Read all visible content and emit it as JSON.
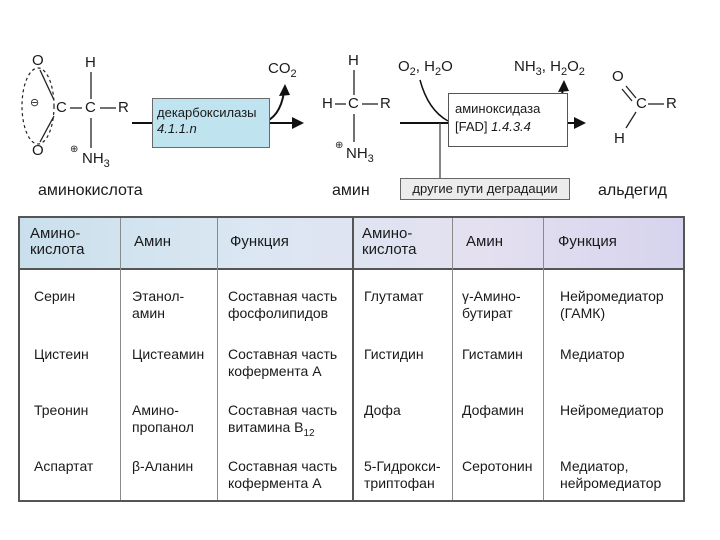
{
  "scheme": {
    "amino_acid": {
      "o_top": "O",
      "charge": "⊖",
      "o_bottom": "O",
      "c_label": "C",
      "h": "H",
      "c_alpha": "C",
      "r": "R",
      "nh3_charge": "⊕",
      "nh3": "NH",
      "nh3_sub": "3",
      "caption": "аминокислота"
    },
    "decarboxylase": {
      "name": "декарбоксилазы",
      "ec": "4.1.1.n"
    },
    "co2": {
      "text": "CO",
      "sub": "2"
    },
    "amine": {
      "h_top": "H",
      "h_left": "H",
      "c": "C",
      "r": "R",
      "nh3_charge": "⊕",
      "nh3": "NH",
      "nh3_sub": "3",
      "caption": "амин"
    },
    "inputs": {
      "o2": "O",
      "o2_sub": "2",
      "sep": ", ",
      "h2o": "H",
      "h2o_sub": "2",
      "h2o_o": "O"
    },
    "outputs": {
      "nh3": "NH",
      "nh3_sub": "3",
      "sep": ", ",
      "h2o2": "H",
      "h2o2_sub1": "2",
      "h2o2_o": "O",
      "h2o2_sub2": "2"
    },
    "oxidase": {
      "name": "аминоксидаза",
      "cofactor": "[FAD]",
      "ec": "1.4.3.4"
    },
    "other_paths": "другие пути деградации",
    "aldehyde": {
      "o": "O",
      "c": "C",
      "r": "R",
      "h": "H",
      "caption": "альдегид"
    }
  },
  "table": {
    "headers": [
      [
        "Амино-",
        "кислота"
      ],
      [
        "Амин"
      ],
      [
        "Функция"
      ],
      [
        "Амино-",
        "кислота"
      ],
      [
        "Амин"
      ],
      [
        "Функция"
      ]
    ],
    "rows": [
      {
        "aa1": [
          "Серин"
        ],
        "amine1": [
          "Этанол-",
          "амин"
        ],
        "func1": [
          "Составная часть",
          "фосфолипидов"
        ],
        "aa2": [
          "Глутамат"
        ],
        "amine2": [
          "γ-Амино-",
          "бутират"
        ],
        "func2": [
          "Нейромедиатор",
          "(ГАМК)"
        ]
      },
      {
        "aa1": [
          "Цистеин"
        ],
        "amine1": [
          "Цистеамин"
        ],
        "func1": [
          "Составная часть",
          "кофермента А"
        ],
        "aa2": [
          "Гистидин"
        ],
        "amine2": [
          "Гистамин"
        ],
        "func2": [
          "Медиатор"
        ]
      },
      {
        "aa1": [
          "Треонин"
        ],
        "amine1": [
          "Амино-",
          "пропанол"
        ],
        "func1": [
          "Составная часть",
          "витамина В"
        ],
        "func1_sub": "12",
        "aa2": [
          "Дофа"
        ],
        "amine2": [
          "Дофамин"
        ],
        "func2": [
          "Нейромедиатор"
        ]
      },
      {
        "aa1": [
          "Аспартат"
        ],
        "amine1": [
          "β-Аланин"
        ],
        "func1": [
          "Составная часть",
          "кофермента А"
        ],
        "aa2": [
          "5-Гидрокси-",
          "триптофан"
        ],
        "amine2": [
          "Серотонин"
        ],
        "func2": [
          "Медиатор,",
          "нейромедиатор"
        ]
      }
    ]
  },
  "colors": {
    "enzyme_box": "#bfe3ef",
    "header_band": "#d6e3ef"
  }
}
